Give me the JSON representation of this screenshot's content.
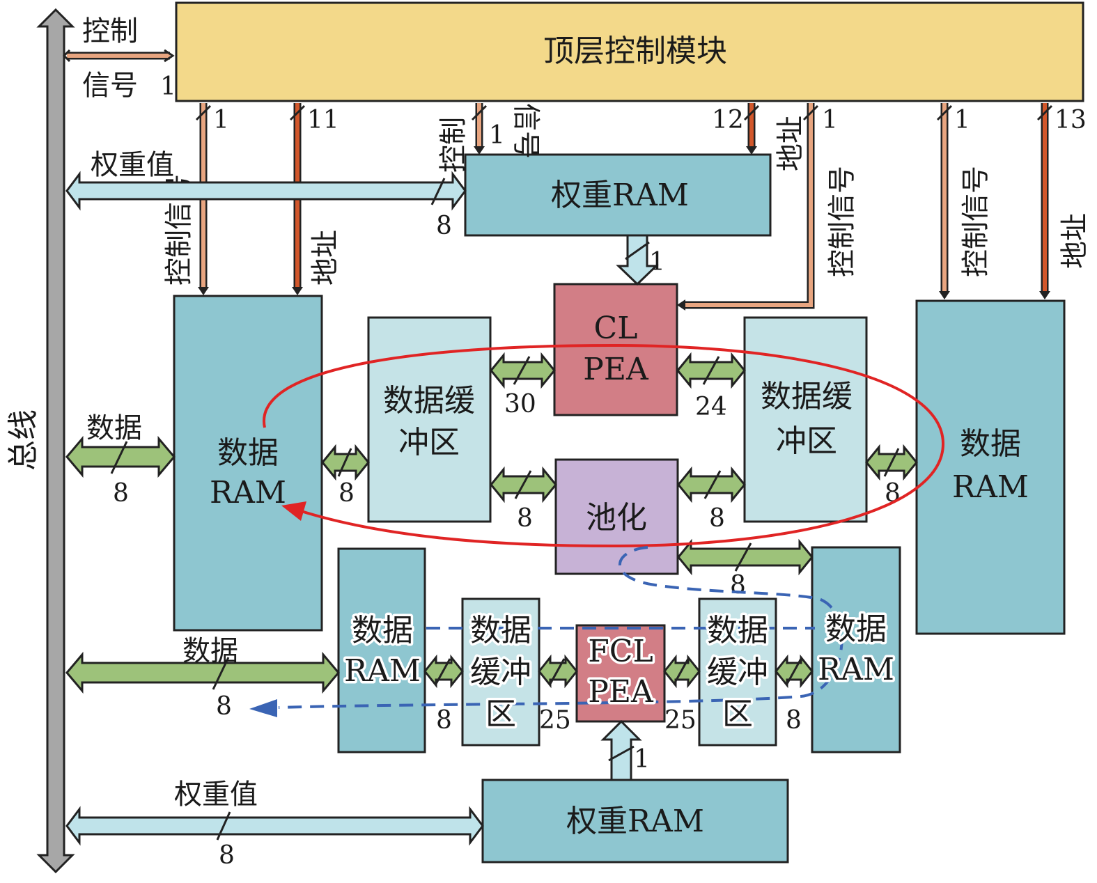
{
  "colors": {
    "top_control": "#f3d98a",
    "ram": "#8ec6d0",
    "buffer": "#c5e3e7",
    "pea": "#d27e86",
    "pool": "#c7b2d6",
    "bus": "#a7a7a7",
    "data_arrow": "#9dc27a",
    "weight_arrow": "#bfe3ea",
    "control_line": "#e8a580",
    "address_line": "#d2572b",
    "loop_conv": "#e02424",
    "loop_fc": "#3a64b4"
  },
  "blocks": {
    "top_control": "顶层控制模块",
    "weight_ram_top": "权重RAM",
    "weight_ram_bottom": "权重RAM",
    "cl_pea": [
      "CL",
      "PEA"
    ],
    "fcl_pea": [
      "FCL",
      "PEA"
    ],
    "pool": "池化",
    "data_ram_left": [
      "数据",
      "RAM"
    ],
    "data_ram_right": [
      "数据",
      "RAM"
    ],
    "data_ram_bl": [
      "数据",
      "RAM"
    ],
    "data_ram_br": [
      "数据",
      "RAM"
    ],
    "buffer_left": [
      "数据缓",
      "冲区"
    ],
    "buffer_right": [
      "数据缓",
      "冲区"
    ],
    "buffer_bl": [
      "数据",
      "缓冲",
      "区"
    ],
    "buffer_br": [
      "数据",
      "缓冲",
      "区"
    ]
  },
  "bus_label": "总线",
  "labels": {
    "ctrl_sig_1": "控制",
    "ctrl_sig_2": "信号",
    "ctrl_sig_width": "1",
    "weight_value_top": "权重值",
    "weight_value_top_width": "8",
    "ctrl_sig_left": "控制信号",
    "ctrl_sig_left_width": "1",
    "addr_left": "地址",
    "addr_left_width": "11",
    "ctrl_wram_1": "控制",
    "ctrl_wram_2": "信号",
    "ctrl_wram_width": "1",
    "addr_wram": "地址",
    "addr_wram_width": "12",
    "ctrl_cl": "控制信号",
    "ctrl_cl_width": "1",
    "ctrl_right": "控制信号",
    "ctrl_right_width": "1",
    "addr_right": "地址",
    "addr_right_width": "13",
    "data_left": "数据",
    "data_left_width": "8",
    "data_bottom": "数据",
    "data_bottom_width": "8",
    "weight_value_bottom": "权重值",
    "weight_value_bottom_width": "8",
    "w_ram_to_cl": "1",
    "w_ram_to_fcl": "1",
    "w_ram_buf_left": "8",
    "w_buf_cl": "30",
    "w_cl_buf": "24",
    "w_buf_ram_right": "8",
    "w_buf_pool": "8",
    "w_pool_buf": "8",
    "w_pool_ram": "8",
    "w_ram_buf_bl": "8",
    "w_buf_fcl": "25",
    "w_fcl_buf": "25",
    "w_buf_ram_br": "8"
  }
}
